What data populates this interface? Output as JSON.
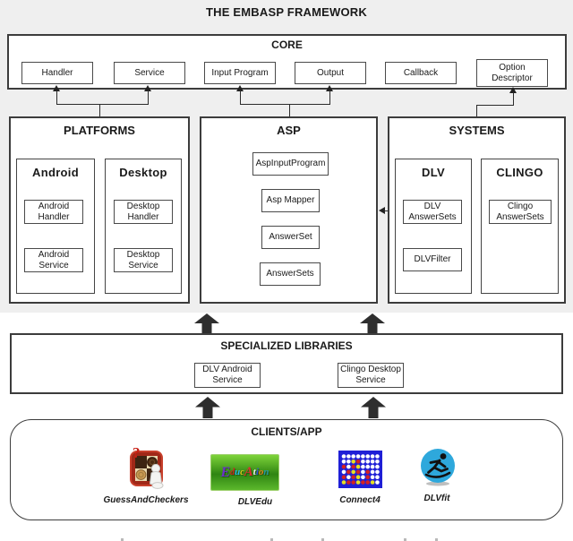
{
  "title": "THE EMBASP FRAMEWORK",
  "core": {
    "label": "CORE",
    "boxes": [
      "Handler",
      "Service",
      "Input Program",
      "Output",
      "Callback",
      "Option Descriptor"
    ]
  },
  "platforms": {
    "label": "PLATFORMS",
    "groups": [
      {
        "label": "Android",
        "boxes": [
          "Android Handler",
          "Android Service"
        ]
      },
      {
        "label": "Desktop",
        "boxes": [
          "Desktop Handler",
          "Desktop Service"
        ]
      }
    ]
  },
  "asp": {
    "label": "ASP",
    "boxes": [
      "AspInputProgram",
      "Asp Mapper",
      "AnswerSet",
      "AnswerSets"
    ]
  },
  "systems": {
    "label": "SYSTEMS",
    "groups": [
      {
        "label": "DLV",
        "boxes": [
          "DLV AnswerSets",
          "DLVFilter"
        ]
      },
      {
        "label": "CLINGO",
        "boxes": [
          "Clingo AnswerSets"
        ]
      }
    ]
  },
  "libraries": {
    "label": "SPECIALIZED LIBRARIES",
    "boxes": [
      "DLV Android Service",
      "Clingo Desktop Service"
    ]
  },
  "clients": {
    "label": "CLIENTS/APP",
    "apps": [
      {
        "name": "GuessAndCheckers"
      },
      {
        "name": "DLVEdu"
      },
      {
        "name": "Connect4"
      },
      {
        "name": "DLVfit"
      }
    ]
  },
  "icons": {
    "guessandcheckers": {
      "qmark": "?"
    },
    "dlvedu_letters": [
      {
        "c": "E",
        "col": "#6a30c8",
        "s": 16
      },
      {
        "c": "d",
        "col": "#d42020",
        "s": 10
      },
      {
        "c": "u",
        "col": "#28b8e8",
        "s": 11
      },
      {
        "c": "c",
        "col": "#e8d020",
        "s": 10
      },
      {
        "c": "A",
        "col": "#d83030",
        "s": 15
      },
      {
        "c": "t",
        "col": "#efefef",
        "s": 11
      },
      {
        "c": "i",
        "col": "#3050d8",
        "s": 11
      },
      {
        "c": "o",
        "col": "#e87820",
        "s": 11
      },
      {
        "c": "n",
        "col": "#2898a0",
        "s": 11
      }
    ],
    "connect4": {
      "rows": [
        "WWWWWWWW",
        "WWYRWWWW",
        "RWRYWWWW",
        "WRYRWRWW",
        "RWRYWRWW",
        "YRRYRRYW"
      ],
      "colors": {
        "W": "#ffffff",
        "R": "#d42020",
        "Y": "#e8e020"
      }
    }
  },
  "colors": {
    "band": "#efefef",
    "border": "#3c3c3c",
    "thick_arrow": "#2e2e2e",
    "connect4_blue": "#1f1fd6",
    "dlvfit_blue": "#2ea8dc",
    "edu_green": "#2f8512",
    "checkers_red": "#a02818"
  }
}
